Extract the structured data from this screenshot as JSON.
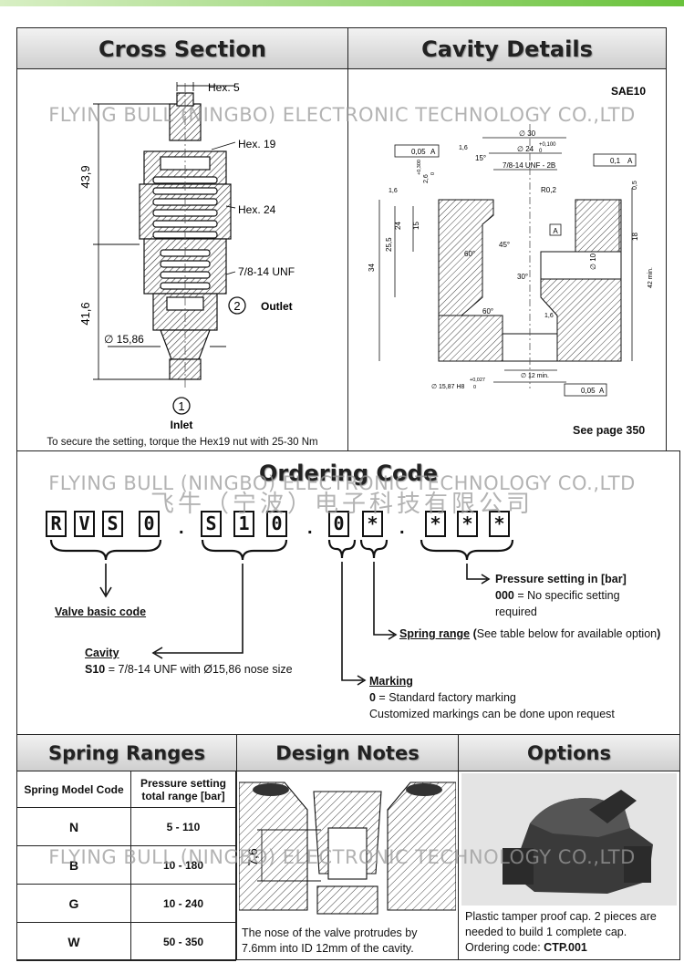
{
  "headers": {
    "cross_section": "Cross Section",
    "cavity_details": "Cavity Details",
    "ordering_code": "Ordering Code",
    "spring_ranges": "Spring Ranges",
    "design_notes": "Design Notes",
    "options": "Options"
  },
  "watermark": {
    "en": "FLYING BULL (NINGBO) ELECTRONIC TECHNOLOGY CO.,LTD",
    "cn": "飞牛（宁波）电子科技有限公司"
  },
  "cross_section": {
    "hex5": "Hex. 5",
    "hex19": "Hex. 19",
    "hex24": "Hex. 24",
    "thread": "7/8-14 UNF",
    "dim_top": "43,9",
    "dim_bottom": "41,6",
    "diameter": "∅ 15,86",
    "outlet_num": "2",
    "outlet": "Outlet",
    "inlet_num": "1",
    "inlet": "Inlet",
    "torque_note": "To secure the setting, torque the Hex19 nut with 25-30 Nm"
  },
  "cavity": {
    "code": "SAE10",
    "see_page": "See page 350",
    "d30": "∅ 30",
    "d24": "∅ 24",
    "d24_tol_up": "+0,100",
    "d24_tol_low": "0",
    "thread": "7/8-14 UNF - 2B",
    "r02": "R0,2",
    "flat_tol": "0,05",
    "flat_ref": "A",
    "perp_tol": "0,1",
    "perp_ref": "A",
    "angle15": "15°",
    "rough16": "1,6",
    "tol_26": "2,6",
    "tol_26_up": "+0,300",
    "tol_26_low": "0",
    "d05": "0,5",
    "ref_a": "A",
    "dim34": "34",
    "dim255": "25,5",
    "dim24": "24",
    "dim15": "15",
    "dim18": "18",
    "dim42": "42 min.",
    "d10": "∅ 10",
    "a45": "45°",
    "a60": "60°",
    "a30": "30°",
    "d12": "∅ 12 min.",
    "d1587": "∅ 15,87 H8",
    "d1587_tol_up": "+0,027",
    "d1587_tol_low": "0",
    "conc_tol": "0,05",
    "conc_ref": "A"
  },
  "ordering": {
    "group1": [
      "R",
      "V",
      "S",
      "0"
    ],
    "group2": [
      "S",
      "1",
      "0"
    ],
    "group3": [
      "0",
      "*"
    ],
    "group4": [
      "*",
      "*",
      "*"
    ],
    "separator": ".",
    "valve_basic_code": "Valve basic code",
    "cavity_label": "Cavity",
    "cavity_code": "S10",
    "cavity_desc": " = 7/8-14 UNF with Ø15,86 nose size",
    "marking_label": "Marking",
    "marking_code": "0",
    "marking_desc": " = Standard factory marking",
    "marking_custom": "Customized markings can be done upon request",
    "spring_label": "Spring range",
    "spring_paren_open": " (",
    "spring_desc": "See table below for available option",
    "spring_paren_close": ")",
    "pressure_label": "Pressure setting in [bar]",
    "pressure_code": "000",
    "pressure_desc_1": " = No specific setting",
    "pressure_desc_2": "required"
  },
  "spring_table": {
    "col1": "Spring Model Code",
    "col2_l1": "Pressure setting",
    "col2_l2": "total range [bar]",
    "rows": [
      {
        "code": "N",
        "range": "5 - 110"
      },
      {
        "code": "B",
        "range": "10 - 180"
      },
      {
        "code": "G",
        "range": "10 - 240"
      },
      {
        "code": "W",
        "range": "50 - 350"
      }
    ]
  },
  "design_notes": {
    "dim": "7,6",
    "text_1": "The nose of the valve protrudes by",
    "text_2": "7.6mm into ID 12mm of the cavity."
  },
  "options": {
    "text_1": "Plastic tamper proof cap. 2 pieces are",
    "text_2": "needed to build 1 complete cap.",
    "text_3": "Ordering code: ",
    "code": "CTP.001"
  },
  "colors": {
    "accent_green": "#69c23b",
    "header_gray": "#d9d9d9"
  }
}
